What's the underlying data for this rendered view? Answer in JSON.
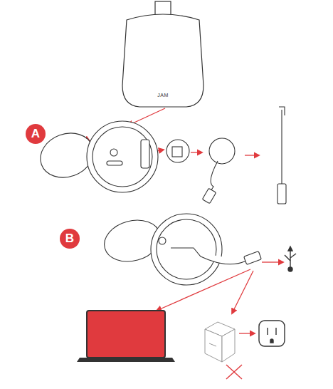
{
  "diagram": {
    "nodes": [
      {
        "text": [
          "A"
        ]
      },
      {
        "text": [
          "B"
        ]
      }
    ],
    "edges": [],
    "labels": [
      "JAM"
    ]
  }
}
